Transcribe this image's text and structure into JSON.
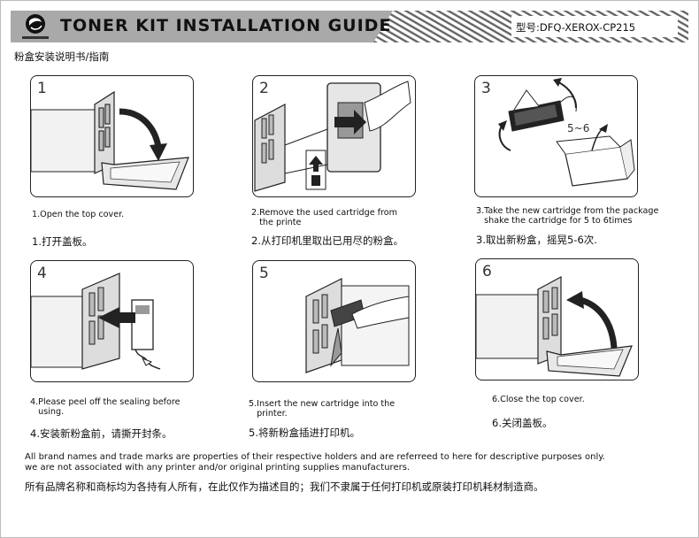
{
  "header": {
    "title": "TONER KIT INSTALLATION GUIDE",
    "model": "型号:DFQ-XEROX-CP215",
    "subtitle": "粉盒安装说明书/指南"
  },
  "steps": [
    {
      "num": "1",
      "en": "1.Open the top cover.",
      "cn": "1.打开盖板。"
    },
    {
      "num": "2",
      "en": "2.Remove the used cartridge from\n   the printe",
      "cn": "2.从打印机里取出已用尽的粉盒。"
    },
    {
      "num": "3",
      "en": "3.Take the new cartridge from the package\n   shake the cartridge for 5 to 6times",
      "cn": "3.取出新粉盒，摇晃5-6次.",
      "shake_label": "5~6"
    },
    {
      "num": "4",
      "en": "4.Please peel off the sealing before\n   using.",
      "cn": "4.安装新粉盒前，请撕开封条。"
    },
    {
      "num": "5",
      "en": "5.Insert the new cartridge into the\n   printer.",
      "cn": "5.将新粉盒插进打印机。"
    },
    {
      "num": "6",
      "en": "6.Close the top cover.",
      "cn": "6.关闭盖板。"
    }
  ],
  "footer": {
    "en_line1": "All brand names and trade marks are properties of their respective holders and are referreed to here for descriptive purposes only.",
    "en_line2": "we are not associated with any printer and/or original printing supplies manufacturers.",
    "cn": "所有品牌名称和商标均为各持有人所有，在此仅作为描述目的；我们不隶属于任何打印机或原装打印机耗材制造商。"
  }
}
